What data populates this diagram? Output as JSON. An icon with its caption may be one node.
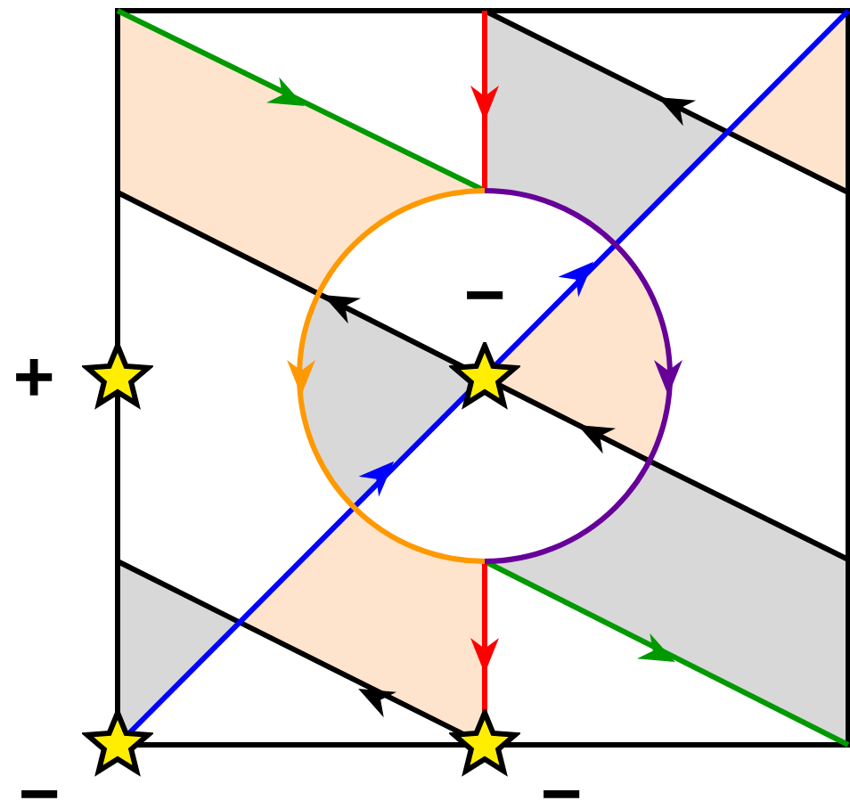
{
  "diagram": {
    "nodes": [
      {
        "text": [],
        "shape": "star",
        "beside": [
          "+"
        ]
      },
      {
        "text": [],
        "shape": "star",
        "beside": [
          "−"
        ]
      },
      {
        "text": [],
        "shape": "star",
        "beside": [
          "−"
        ]
      },
      {
        "text": [],
        "shape": "star",
        "beside": [
          "−"
        ]
      }
    ]
  }
}
